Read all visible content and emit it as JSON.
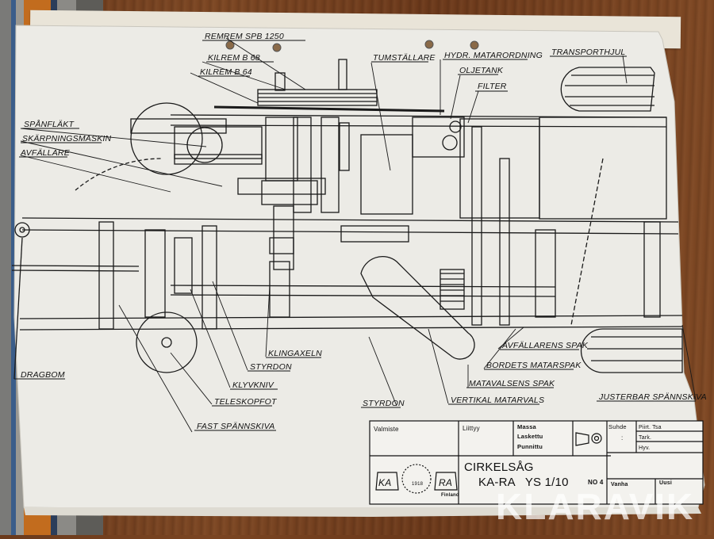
{
  "scene": "Photograph of a printed technical drawing of a circular saw lying on a wooden table",
  "drawing": {
    "labels_top": [
      "REMREM SPB 1250",
      "KILREM B 68",
      "KILREM B 64",
      "TUMSTÄLLARE",
      "HYDR. MATARORDNING",
      "OLJETANK",
      "FILTER",
      "TRANSPORTHJUL"
    ],
    "labels_left": [
      "SPÅNFLÄKT",
      "SKÄRPNINGSMASKIN",
      "AVFÄLLARE",
      "DRAGBOM"
    ],
    "labels_bottom": [
      "KLINGAXELN",
      "STYRDON",
      "KLYVKNIV",
      "TELESKOPFOT",
      "FAST SPÄNNSKIVA",
      "STYRDON",
      "VERTIKAL MATARVALS",
      "MATAVALSENS SPAK",
      "BORDETS MATARSPAK",
      "AVFÄLLARENS SPAK",
      "JUSTERBAR SPÄNNSKIVA"
    ]
  },
  "title_block": {
    "valmiste": "Valmiste",
    "liittyy": "Liittyy",
    "massa": "Massa",
    "laskettu": "Laskettu",
    "punnittu": "Punnittu",
    "suhde": "Suhde",
    "suhde_value": ":",
    "piirt": "Piirt. Tsa",
    "tark": "Tark.",
    "hyv": "Hyv.",
    "title": "CIRKELSÅG",
    "model": "KA-RA   YS 1/10",
    "number": "NO 4",
    "vanha": "Vanha",
    "uusi": "Uusi",
    "logo_left": "KA",
    "logo_right": "RA",
    "seal_year": "1918",
    "country": "Finland"
  },
  "watermark": "KLARAVIK"
}
